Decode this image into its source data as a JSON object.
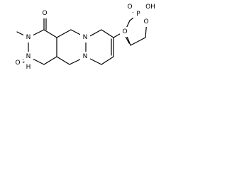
{
  "molecule": {
    "atoms": {
      "ring_n_upper": "N",
      "ring_n_lower": "N",
      "imide_n": "N",
      "nh": "N",
      "nh_h": "H",
      "carbonyl_o_top": "O",
      "carbonyl_o_bottom": "O",
      "ring_o_left": "O",
      "ring_o_right": "O",
      "phosphorus": "P",
      "p_oxo": "O",
      "p_hydroxyl": "OH"
    }
  }
}
